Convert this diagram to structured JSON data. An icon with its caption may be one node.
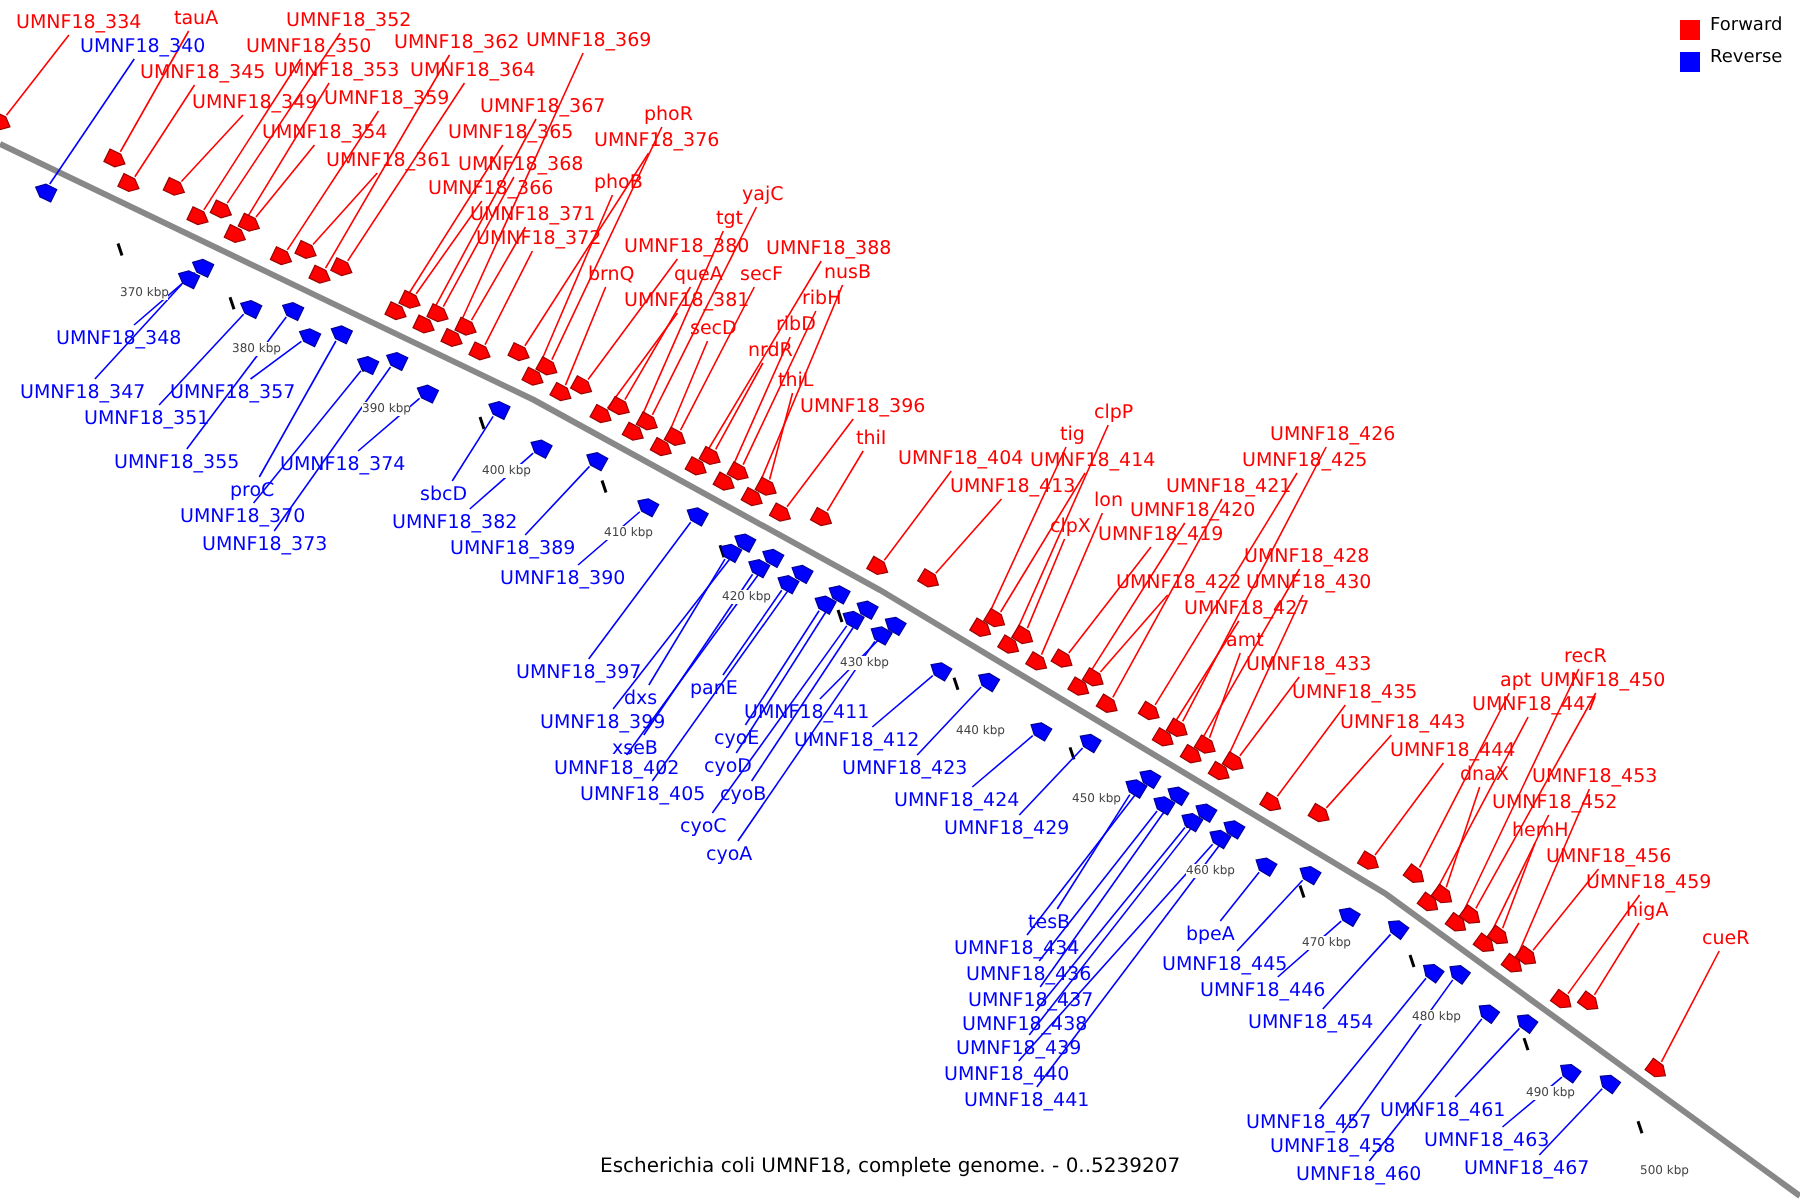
{
  "diagram": {
    "caption": "Escherichia coli UMNF18, complete genome. - 0..5239207",
    "nodes": [
      {
        "text": [
          "UMNF18_334"
        ]
      },
      {
        "text": [
          "tauA"
        ]
      },
      {
        "text": [
          "UMNF18_352"
        ]
      },
      {
        "text": [
          "UMNF18_362"
        ]
      },
      {
        "text": [
          "UMNF18_369"
        ]
      },
      {
        "text": [
          "UMNF18_340"
        ]
      },
      {
        "text": [
          "UMNF18_350"
        ]
      },
      {
        "text": [
          "UMNF18_345"
        ]
      },
      {
        "text": [
          "UMNF18_353"
        ]
      },
      {
        "text": [
          "UMNF18_364"
        ]
      },
      {
        "text": [
          "UMNF18_349"
        ]
      },
      {
        "text": [
          "UMNF18_359"
        ]
      },
      {
        "text": [
          "UMNF18_367"
        ]
      },
      {
        "text": [
          "phoR"
        ]
      },
      {
        "text": [
          "UMNF18_354"
        ]
      },
      {
        "text": [
          "UMNF18_365"
        ]
      },
      {
        "text": [
          "UMNF18_376"
        ]
      },
      {
        "text": [
          "UMNF18_361"
        ]
      },
      {
        "text": [
          "UMNF18_368"
        ]
      },
      {
        "text": [
          "phoB"
        ]
      },
      {
        "text": [
          "UMNF18_366"
        ]
      },
      {
        "text": [
          "yajC"
        ]
      },
      {
        "text": [
          "UMNF18_371"
        ]
      },
      {
        "text": [
          "tgt"
        ]
      },
      {
        "text": [
          "UMNF18_372"
        ]
      },
      {
        "text": [
          "UMNF18_380"
        ]
      },
      {
        "text": [
          "UMNF18_388"
        ]
      },
      {
        "text": [
          "brnQ"
        ]
      },
      {
        "text": [
          "queA"
        ]
      },
      {
        "text": [
          "secF"
        ]
      },
      {
        "text": [
          "nusB"
        ]
      },
      {
        "text": [
          "UMNF18_381"
        ]
      },
      {
        "text": [
          "ribH"
        ]
      },
      {
        "text": [
          "secD"
        ]
      },
      {
        "text": [
          "ribD"
        ]
      },
      {
        "text": [
          "UMNF18_348"
        ]
      },
      {
        "text": [
          "nrdR"
        ]
      },
      {
        "text": [
          "thiL"
        ]
      },
      {
        "text": [
          "UMNF18_347"
        ]
      },
      {
        "text": [
          "UMNF18_357"
        ]
      },
      {
        "text": [
          "UMNF18_396"
        ]
      },
      {
        "text": [
          "clpP"
        ]
      },
      {
        "text": [
          "UMNF18_351"
        ]
      },
      {
        "text": [
          "tig"
        ]
      },
      {
        "text": [
          "UMNF18_426"
        ]
      },
      {
        "text": [
          "thiI"
        ]
      },
      {
        "text": [
          "UMNF18_404"
        ]
      },
      {
        "text": [
          "UMNF18_414"
        ]
      },
      {
        "text": [
          "UMNF18_425"
        ]
      },
      {
        "text": [
          "UMNF18_355"
        ]
      },
      {
        "text": [
          "UMNF18_374"
        ]
      },
      {
        "text": [
          "UMNF18_413"
        ]
      },
      {
        "text": [
          "UMNF18_421"
        ]
      },
      {
        "text": [
          "proC"
        ]
      },
      {
        "text": [
          "sbcD"
        ]
      },
      {
        "text": [
          "lon"
        ]
      },
      {
        "text": [
          "UMNF18_420"
        ]
      },
      {
        "text": [
          "UMNF18_370"
        ]
      },
      {
        "text": [
          "UMNF18_382"
        ]
      },
      {
        "text": [
          "clpX"
        ]
      },
      {
        "text": [
          "UMNF18_419"
        ]
      },
      {
        "text": [
          "UMNF18_373"
        ]
      },
      {
        "text": [
          "UMNF18_389"
        ]
      },
      {
        "text": [
          "UMNF18_428"
        ]
      },
      {
        "text": [
          "UMNF18_390"
        ]
      },
      {
        "text": [
          "UMNF18_422"
        ]
      },
      {
        "text": [
          "UMNF18_430"
        ]
      },
      {
        "text": [
          "UMNF18_427"
        ]
      },
      {
        "text": [
          "amt"
        ]
      },
      {
        "text": [
          "recR"
        ]
      },
      {
        "text": [
          "UMNF18_433"
        ]
      },
      {
        "text": [
          "UMNF18_397"
        ]
      },
      {
        "text": [
          "apt"
        ]
      },
      {
        "text": [
          "UMNF18_450"
        ]
      },
      {
        "text": [
          "panE"
        ]
      },
      {
        "text": [
          "UMNF18_435"
        ]
      },
      {
        "text": [
          "dxs"
        ]
      },
      {
        "text": [
          "UMNF18_447"
        ]
      },
      {
        "text": [
          "UMNF18_411"
        ]
      },
      {
        "text": [
          "UMNF18_399"
        ]
      },
      {
        "text": [
          "UMNF18_443"
        ]
      },
      {
        "text": [
          "cyoE"
        ]
      },
      {
        "text": [
          "UMNF18_412"
        ]
      },
      {
        "text": [
          "xseB"
        ]
      },
      {
        "text": [
          "UMNF18_444"
        ]
      },
      {
        "text": [
          "cyoD"
        ]
      },
      {
        "text": [
          "UMNF18_423"
        ]
      },
      {
        "text": [
          "UMNF18_402"
        ]
      },
      {
        "text": [
          "dnaX"
        ]
      },
      {
        "text": [
          "UMNF18_453"
        ]
      },
      {
        "text": [
          "cyoB"
        ]
      },
      {
        "text": [
          "UMNF18_405"
        ]
      },
      {
        "text": [
          "UMNF18_424"
        ]
      },
      {
        "text": [
          "UMNF18_452"
        ]
      },
      {
        "text": [
          "cyoC"
        ]
      },
      {
        "text": [
          "UMNF18_429"
        ]
      },
      {
        "text": [
          "hemH"
        ]
      },
      {
        "text": [
          "cyoA"
        ]
      },
      {
        "text": [
          "UMNF18_456"
        ]
      },
      {
        "text": [
          "UMNF18_459"
        ]
      },
      {
        "text": [
          "higA"
        ]
      },
      {
        "text": [
          "tesB"
        ]
      },
      {
        "text": [
          "bpeA"
        ]
      },
      {
        "text": [
          "cueR"
        ]
      },
      {
        "text": [
          "UMNF18_434"
        ]
      },
      {
        "text": [
          "UMNF18_445"
        ]
      },
      {
        "text": [
          "UMNF18_436"
        ]
      },
      {
        "text": [
          "UMNF18_446"
        ]
      },
      {
        "text": [
          "UMNF18_437"
        ]
      },
      {
        "text": [
          "UMNF18_454"
        ]
      },
      {
        "text": [
          "UMNF18_438"
        ]
      },
      {
        "text": [
          "UMNF18_439"
        ]
      },
      {
        "text": [
          "UMNF18_440"
        ]
      },
      {
        "text": [
          "UMNF18_441"
        ]
      },
      {
        "text": [
          "UMNF18_461"
        ]
      },
      {
        "text": [
          "UMNF18_457"
        ]
      },
      {
        "text": [
          "UMNF18_463"
        ]
      },
      {
        "text": [
          "UMNF18_458"
        ]
      },
      {
        "text": [
          "UMNF18_467"
        ]
      },
      {
        "text": [
          "UMNF18_460"
        ]
      },
      {
        "text": [],
        "shape": "arrow"
      },
      {
        "text": [],
        "shape": "arrow"
      },
      {
        "text": [],
        "shape": "arrow"
      },
      {
        "text": [],
        "shape": "arrow"
      },
      {
        "text": [],
        "shape": "arrow"
      },
      {
        "text": [],
        "shape": "arrow"
      },
      {
        "text": [],
        "shape": "arrow"
      },
      {
        "text": [],
        "shape": "arrow"
      },
      {
        "text": [],
        "shape": "arrow"
      },
      {
        "text": [],
        "shape": "arrow"
      },
      {
        "text": [],
        "shape": "arrow"
      },
      {
        "text": [],
        "shape": "arrow"
      },
      {
        "text": [],
        "shape": "arrow"
      },
      {
        "text": [],
        "shape": "arrow"
      },
      {
        "text": [],
        "shape": "arrow"
      },
      {
        "text": [],
        "shape": "arrow"
      },
      {
        "text": [],
        "shape": "arrow"
      },
      {
        "text": [],
        "shape": "arrow"
      },
      {
        "text": [],
        "shape": "arrow"
      },
      {
        "text": [],
        "shape": "arrow"
      },
      {
        "text": [],
        "shape": "arrow"
      },
      {
        "text": [],
        "shape": "arrow"
      },
      {
        "text": [],
        "shape": "arrow"
      },
      {
        "text": [],
        "shape": "arrow"
      },
      {
        "text": [],
        "shape": "arrow"
      },
      {
        "text": [],
        "shape": "arrow"
      },
      {
        "text": [],
        "shape": "arrow"
      },
      {
        "text": [],
        "shape": "arrow"
      },
      {
        "text": [],
        "shape": "arrow"
      },
      {
        "text": [],
        "shape": "arrow"
      },
      {
        "text": [],
        "shape": "arrow"
      },
      {
        "text": [],
        "shape": "arrow"
      },
      {
        "text": [],
        "shape": "arrow"
      },
      {
        "text": [],
        "shape": "arrow"
      },
      {
        "text": [],
        "shape": "arrow"
      },
      {
        "text": [],
        "shape": "arrow"
      },
      {
        "text": [],
        "shape": "arrow"
      },
      {
        "text": [],
        "shape": "arrow"
      },
      {
        "text": [],
        "shape": "arrow"
      },
      {
        "text": [],
        "shape": "arrow"
      },
      {
        "text": [],
        "shape": "arrow"
      },
      {
        "text": [],
        "shape": "arrow"
      },
      {
        "text": [],
        "shape": "arrow"
      },
      {
        "text": [],
        "shape": "arrow"
      },
      {
        "text": [],
        "shape": "arrow"
      },
      {
        "text": [],
        "shape": "arrow"
      },
      {
        "text": [],
        "shape": "arrow"
      },
      {
        "text": [],
        "shape": "arrow"
      },
      {
        "text": [],
        "shape": "arrow"
      },
      {
        "text": [],
        "shape": "arrow"
      },
      {
        "text": [],
        "shape": "arrow"
      },
      {
        "text": [],
        "shape": "arrow"
      },
      {
        "text": [],
        "shape": "arrow"
      },
      {
        "text": [],
        "shape": "arrow"
      },
      {
        "text": [],
        "shape": "arrow"
      },
      {
        "text": [],
        "shape": "arrow"
      },
      {
        "text": [],
        "shape": "arrow"
      },
      {
        "text": [],
        "shape": "arrow"
      },
      {
        "text": [],
        "shape": "arrow"
      },
      {
        "text": [],
        "shape": "arrow"
      },
      {
        "text": [],
        "shape": "arrow"
      },
      {
        "text": [],
        "shape": "arrow"
      },
      {
        "text": [],
        "shape": "arrow"
      },
      {
        "text": [],
        "shape": "arrow"
      },
      {
        "text": [],
        "shape": "arrow"
      },
      {
        "text": [],
        "shape": "arrow"
      },
      {
        "text": [],
        "shape": "arrow"
      },
      {
        "text": [],
        "shape": "arrow"
      },
      {
        "text": [],
        "shape": "arrow"
      },
      {
        "text": [],
        "shape": "arrow"
      },
      {
        "text": [],
        "shape": "arrow"
      },
      {
        "text": [],
        "shape": "arrow"
      },
      {
        "text": [],
        "shape": "arrow"
      },
      {
        "text": [],
        "shape": "arrow"
      },
      {
        "text": [],
        "shape": "arrow"
      },
      {
        "text": [],
        "shape": "arrow"
      },
      {
        "text": [],
        "shape": "arrow"
      },
      {
        "text": [],
        "shape": "arrow"
      },
      {
        "text": [],
        "shape": "arrow"
      },
      {
        "text": [],
        "shape": "arrow"
      },
      {
        "text": [],
        "shape": "arrow"
      },
      {
        "text": [],
        "shape": "arrow"
      },
      {
        "text": [],
        "shape": "arrow"
      },
      {
        "text": [],
        "shape": "arrow"
      },
      {
        "text": [],
        "shape": "arrow"
      },
      {
        "text": [],
        "shape": "arrow"
      },
      {
        "text": [],
        "shape": "arrow"
      },
      {
        "text": [],
        "shape": "arrow"
      },
      {
        "text": [],
        "shape": "arrow"
      },
      {
        "text": [],
        "shape": "arrow"
      },
      {
        "text": [],
        "shape": "arrow"
      },
      {
        "text": [],
        "shape": "arrow"
      },
      {
        "text": [],
        "shape": "arrow"
      },
      {
        "text": [],
        "shape": "arrow"
      },
      {
        "text": [],
        "shape": "arrow"
      },
      {
        "text": [],
        "shape": "arrow"
      },
      {
        "text": [],
        "shape": "arrow"
      },
      {
        "text": [],
        "shape": "arrow"
      },
      {
        "text": [],
        "shape": "arrow"
      },
      {
        "text": [],
        "shape": "arrow"
      },
      {
        "text": [],
        "shape": "arrow"
      },
      {
        "text": [],
        "shape": "arrow"
      },
      {
        "text": [],
        "shape": "arrow"
      },
      {
        "text": [],
        "shape": "arrow"
      },
      {
        "text": [],
        "shape": "arrow"
      },
      {
        "text": [],
        "shape": "arrow"
      },
      {
        "text": [],
        "shape": "arrow"
      },
      {
        "text": [],
        "shape": "arrow"
      },
      {
        "text": [],
        "shape": "arrow"
      },
      {
        "text": [],
        "shape": "arrow"
      },
      {
        "text": [],
        "shape": "arrow"
      },
      {
        "text": [],
        "shape": "arrow"
      },
      {
        "text": [],
        "shape": "arrow"
      },
      {
        "text": [],
        "shape": "arrow"
      },
      {
        "text": [],
        "shape": "arrow"
      },
      {
        "text": [],
        "shape": "arrow"
      },
      {
        "text": [],
        "shape": "arrow"
      },
      {
        "text": [],
        "shape": "arrow"
      },
      {
        "text": [],
        "shape": "arrow"
      },
      {
        "text": [],
        "shape": "arrow"
      }
    ],
    "edges": [
      {
        "from": 0,
        "to": 120,
        "arrow": "none"
      },
      {
        "from": 1,
        "to": 121,
        "arrow": "none"
      },
      {
        "from": 2,
        "to": 122,
        "arrow": "none"
      },
      {
        "from": 3,
        "to": 123,
        "arrow": "none"
      },
      {
        "from": 4,
        "to": 124,
        "arrow": "none"
      },
      {
        "from": 5,
        "to": 125,
        "arrow": "none",
        "color": "#0000ff"
      },
      {
        "from": 6,
        "to": 126,
        "arrow": "none"
      },
      {
        "from": 7,
        "to": 127,
        "arrow": "none"
      },
      {
        "from": 8,
        "to": 128,
        "arrow": "none"
      },
      {
        "from": 9,
        "to": 129,
        "arrow": "none"
      },
      {
        "from": 10,
        "to": 130,
        "arrow": "none"
      },
      {
        "from": 11,
        "to": 131,
        "arrow": "none"
      },
      {
        "from": 12,
        "to": 132,
        "arrow": "none"
      },
      {
        "from": 13,
        "to": 133,
        "arrow": "none"
      },
      {
        "from": 14,
        "to": 134,
        "arrow": "none"
      },
      {
        "from": 15,
        "to": 135,
        "arrow": "none"
      },
      {
        "from": 16,
        "to": 136,
        "arrow": "none"
      },
      {
        "from": 17,
        "to": 137,
        "arrow": "none"
      },
      {
        "from": 18,
        "to": 138,
        "arrow": "none"
      },
      {
        "from": 19,
        "to": 139,
        "arrow": "none"
      },
      {
        "from": 20,
        "to": 140,
        "arrow": "none"
      },
      {
        "from": 21,
        "to": 141,
        "arrow": "none"
      },
      {
        "from": 22,
        "to": 142,
        "arrow": "none"
      },
      {
        "from": 23,
        "to": 143,
        "arrow": "none"
      },
      {
        "from": 24,
        "to": 144,
        "arrow": "none"
      },
      {
        "from": 25,
        "to": 145,
        "arrow": "none"
      },
      {
        "from": 26,
        "to": 146,
        "arrow": "none"
      },
      {
        "from": 27,
        "to": 147,
        "arrow": "none"
      },
      {
        "from": 28,
        "to": 148,
        "arrow": "none"
      },
      {
        "from": 29,
        "to": 149,
        "arrow": "none"
      },
      {
        "from": 30,
        "to": 150,
        "arrow": "none"
      },
      {
        "from": 31,
        "to": 151,
        "arrow": "none"
      },
      {
        "from": 32,
        "to": 152,
        "arrow": "none"
      },
      {
        "from": 33,
        "to": 153,
        "arrow": "none"
      },
      {
        "from": 34,
        "to": 154,
        "arrow": "none"
      },
      {
        "from": 35,
        "to": 155,
        "arrow": "none",
        "color": "#0000ff"
      },
      {
        "from": 36,
        "to": 156,
        "arrow": "none"
      },
      {
        "from": 37,
        "to": 157,
        "arrow": "none"
      },
      {
        "from": 38,
        "to": 158,
        "arrow": "none",
        "color": "#0000ff"
      },
      {
        "from": 39,
        "to": 159,
        "arrow": "none",
        "color": "#0000ff"
      },
      {
        "from": 40,
        "to": 160,
        "arrow": "none"
      },
      {
        "from": 41,
        "to": 161,
        "arrow": "none"
      },
      {
        "from": 42,
        "to": 162,
        "arrow": "none",
        "color": "#0000ff"
      },
      {
        "from": 43,
        "to": 163,
        "arrow": "none"
      },
      {
        "from": 44,
        "to": 164,
        "arrow": "none"
      },
      {
        "from": 45,
        "to": 165,
        "arrow": "none"
      },
      {
        "from": 46,
        "to": 166,
        "arrow": "none"
      },
      {
        "from": 47,
        "to": 167,
        "arrow": "none"
      },
      {
        "from": 48,
        "to": 168,
        "arrow": "none"
      },
      {
        "from": 49,
        "to": 169,
        "arrow": "none",
        "color": "#0000ff"
      },
      {
        "from": 50,
        "to": 170,
        "arrow": "none",
        "color": "#0000ff"
      },
      {
        "from": 51,
        "to": 171,
        "arrow": "none"
      },
      {
        "from": 52,
        "to": 172,
        "arrow": "none"
      },
      {
        "from": 53,
        "to": 173,
        "arrow": "none",
        "color": "#0000ff"
      },
      {
        "from": 54,
        "to": 174,
        "arrow": "none",
        "color": "#0000ff"
      },
      {
        "from": 55,
        "to": 175,
        "arrow": "none"
      },
      {
        "from": 56,
        "to": 176,
        "arrow": "none"
      },
      {
        "from": 57,
        "to": 177,
        "arrow": "none",
        "color": "#0000ff"
      },
      {
        "from": 58,
        "to": 178,
        "arrow": "none",
        "color": "#0000ff"
      },
      {
        "from": 59,
        "to": 179,
        "arrow": "none"
      },
      {
        "from": 60,
        "to": 180,
        "arrow": "none"
      },
      {
        "from": 61,
        "to": 181,
        "arrow": "none",
        "color": "#0000ff"
      },
      {
        "from": 62,
        "to": 182,
        "arrow": "none",
        "color": "#0000ff"
      },
      {
        "from": 63,
        "to": 183,
        "arrow": "none"
      },
      {
        "from": 64,
        "to": 184,
        "arrow": "none",
        "color": "#0000ff"
      },
      {
        "from": 65,
        "to": 185,
        "arrow": "none"
      },
      {
        "from": 66,
        "to": 186,
        "arrow": "none"
      },
      {
        "from": 67,
        "to": 187,
        "arrow": "none"
      },
      {
        "from": 68,
        "to": 188,
        "arrow": "none"
      },
      {
        "from": 69,
        "to": 189,
        "arrow": "none"
      },
      {
        "from": 70,
        "to": 190,
        "arrow": "none"
      },
      {
        "from": 71,
        "to": 191,
        "arrow": "none",
        "color": "#0000ff"
      },
      {
        "from": 72,
        "to": 192,
        "arrow": "none"
      },
      {
        "from": 73,
        "to": 193,
        "arrow": "none"
      },
      {
        "from": 74,
        "to": 194,
        "arrow": "none",
        "color": "#0000ff"
      },
      {
        "from": 75,
        "to": 195,
        "arrow": "none"
      },
      {
        "from": 76,
        "to": 196,
        "arrow": "none",
        "color": "#0000ff"
      },
      {
        "from": 77,
        "to": 197,
        "arrow": "none"
      },
      {
        "from": 78,
        "to": 198,
        "arrow": "none",
        "color": "#0000ff"
      },
      {
        "from": 79,
        "to": 199,
        "arrow": "none",
        "color": "#0000ff"
      },
      {
        "from": 80,
        "to": 200,
        "arrow": "none"
      },
      {
        "from": 81,
        "to": 201,
        "arrow": "none",
        "color": "#0000ff"
      },
      {
        "from": 82,
        "to": 202,
        "arrow": "none",
        "color": "#0000ff"
      },
      {
        "from": 83,
        "to": 203,
        "arrow": "none",
        "color": "#0000ff"
      },
      {
        "from": 84,
        "to": 204,
        "arrow": "none"
      },
      {
        "from": 85,
        "to": 205,
        "arrow": "none",
        "color": "#0000ff"
      },
      {
        "from": 86,
        "to": 206,
        "arrow": "none",
        "color": "#0000ff"
      },
      {
        "from": 87,
        "to": 207,
        "arrow": "none",
        "color": "#0000ff"
      },
      {
        "from": 88,
        "to": 208,
        "arrow": "none"
      },
      {
        "from": 89,
        "to": 209,
        "arrow": "none"
      },
      {
        "from": 90,
        "to": 210,
        "arrow": "none",
        "color": "#0000ff"
      },
      {
        "from": 91,
        "to": 211,
        "arrow": "none",
        "color": "#0000ff"
      },
      {
        "from": 92,
        "to": 212,
        "arrow": "none",
        "color": "#0000ff"
      },
      {
        "from": 93,
        "to": 213,
        "arrow": "none"
      },
      {
        "from": 94,
        "to": 214,
        "arrow": "none",
        "color": "#0000ff"
      },
      {
        "from": 95,
        "to": 215,
        "arrow": "none",
        "color": "#0000ff"
      },
      {
        "from": 96,
        "to": 216,
        "arrow": "none"
      },
      {
        "from": 97,
        "to": 217,
        "arrow": "none",
        "color": "#0000ff"
      },
      {
        "from": 98,
        "to": 218,
        "arrow": "none"
      },
      {
        "from": 99,
        "to": 219,
        "arrow": "none"
      },
      {
        "from": 100,
        "to": 220,
        "arrow": "none"
      },
      {
        "from": 101,
        "to": 221,
        "arrow": "none",
        "color": "#0000ff"
      },
      {
        "from": 102,
        "to": 222,
        "arrow": "none",
        "color": "#0000ff"
      },
      {
        "from": 103,
        "to": 223,
        "arrow": "none"
      },
      {
        "from": 104,
        "to": 224,
        "arrow": "none",
        "color": "#0000ff"
      },
      {
        "from": 105,
        "to": 225,
        "arrow": "none",
        "color": "#0000ff"
      },
      {
        "from": 106,
        "to": 226,
        "arrow": "none",
        "color": "#0000ff"
      },
      {
        "from": 107,
        "to": 227,
        "arrow": "none",
        "color": "#0000ff"
      },
      {
        "from": 108,
        "to": 228,
        "arrow": "none",
        "color": "#0000ff"
      },
      {
        "from": 109,
        "to": 229,
        "arrow": "none",
        "color": "#0000ff"
      },
      {
        "from": 110,
        "to": 230,
        "arrow": "none",
        "color": "#0000ff"
      },
      {
        "from": 111,
        "to": 231,
        "arrow": "none",
        "color": "#0000ff"
      },
      {
        "from": 112,
        "to": 232,
        "arrow": "none",
        "color": "#0000ff"
      },
      {
        "from": 113,
        "to": 233,
        "arrow": "none",
        "color": "#0000ff"
      },
      {
        "from": 114,
        "to": 234,
        "arrow": "none",
        "color": "#0000ff"
      },
      {
        "from": 115,
        "to": 235,
        "arrow": "none",
        "color": "#0000ff"
      },
      {
        "from": 116,
        "to": 236,
        "arrow": "none",
        "color": "#0000ff"
      },
      {
        "from": 117,
        "to": 237,
        "arrow": "none",
        "color": "#0000ff"
      },
      {
        "from": 118,
        "to": 238,
        "arrow": "none",
        "color": "#0000ff"
      },
      {
        "from": 119,
        "to": 239,
        "arrow": "none",
        "color": "#0000ff"
      }
    ],
    "labels": [
      "370 kbp",
      "380 kbp",
      "390 kbp",
      "400 kbp",
      "410 kbp",
      "420 kbp",
      "430 kbp",
      "440 kbp",
      "450 kbp",
      "460 kbp",
      "470 kbp",
      "480 kbp",
      "490 kbp",
      "500 kbp"
    ],
    "legend": [
      {
        "text": "Forward",
        "color": "#ff0000"
      },
      {
        "text": "Reverse",
        "color": "#0000ff"
      }
    ]
  }
}
